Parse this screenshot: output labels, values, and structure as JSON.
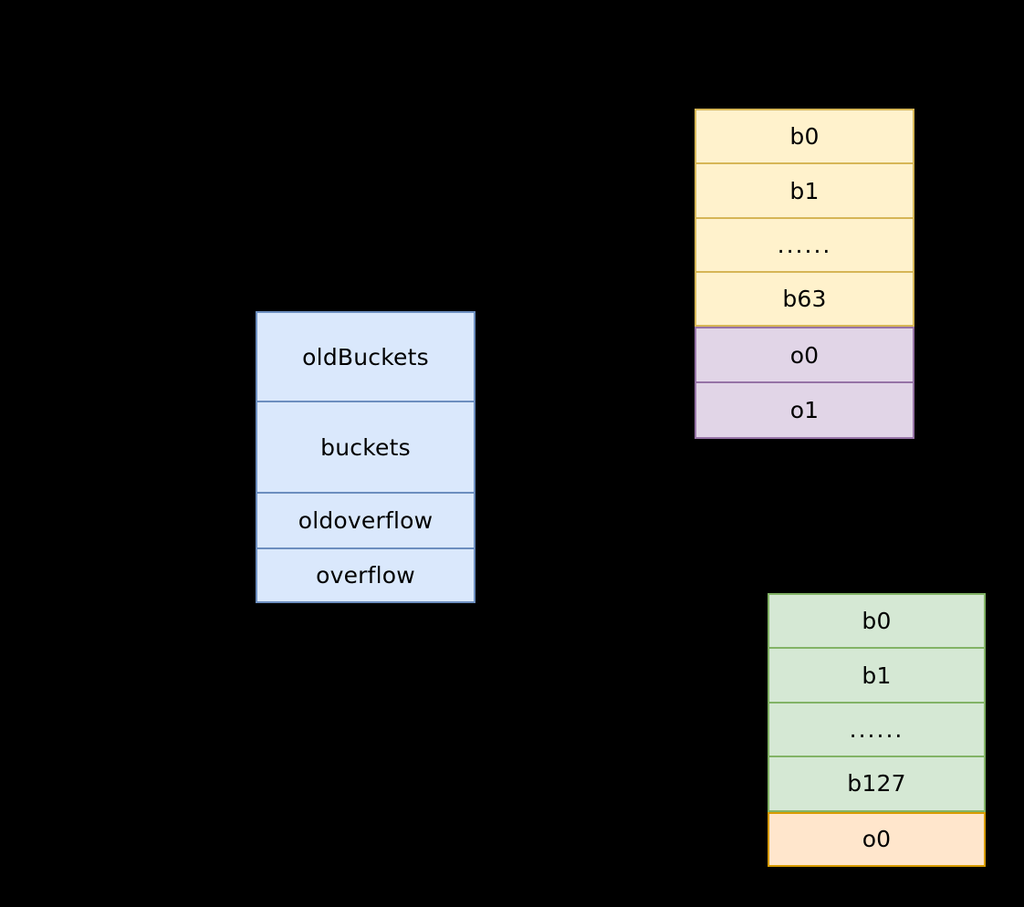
{
  "diagram": {
    "background_color": "#000000",
    "struct_box": {
      "name": "hmap-struct-fields",
      "fill": "#dae8fc",
      "stroke": "#6c8ebf",
      "fields": [
        {
          "label": "oldBuckets"
        },
        {
          "label": "buckets"
        },
        {
          "label": "oldoverflow"
        },
        {
          "label": "overflow"
        }
      ]
    },
    "old_bucket_array": {
      "name": "old-bucket-array",
      "bucket_fill": "#fff2cc",
      "bucket_stroke": "#d6b656",
      "overflow_fill": "#e1d5e7",
      "overflow_stroke": "#9673a6",
      "buckets": [
        {
          "label": "b0"
        },
        {
          "label": "b1"
        },
        {
          "label": "......"
        },
        {
          "label": "b63"
        }
      ],
      "overflow": [
        {
          "label": "o0"
        },
        {
          "label": "o1"
        }
      ]
    },
    "new_bucket_array": {
      "name": "new-bucket-array",
      "bucket_fill": "#d5e8d4",
      "bucket_stroke": "#82b366",
      "overflow_fill": "#ffe6cc",
      "overflow_stroke": "#d79b00",
      "buckets": [
        {
          "label": "b0"
        },
        {
          "label": "b1"
        },
        {
          "label": "......"
        },
        {
          "label": "b127"
        }
      ],
      "overflow": [
        {
          "label": "o0"
        }
      ]
    }
  }
}
